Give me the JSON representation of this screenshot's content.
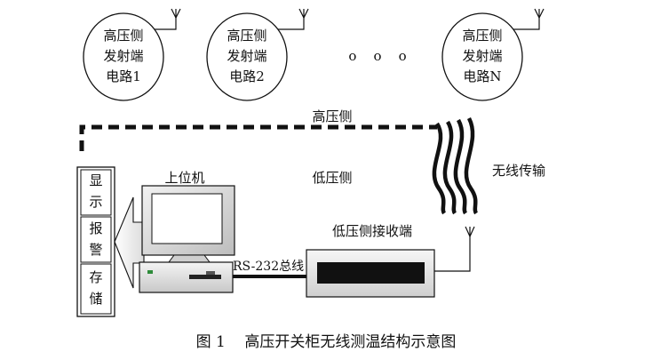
{
  "transmitters": [
    {
      "line1": "高压侧",
      "line2": "发射端",
      "line3": "电路1"
    },
    {
      "line1": "高压侧",
      "line2": "发射端",
      "line3": "电路2"
    },
    {
      "line1": "高压侧",
      "line2": "发射端",
      "line3": "电路N"
    }
  ],
  "ellipsis": "o    o    o",
  "labels": {
    "high_side": "高压侧",
    "low_side": "低压侧",
    "wireless": "无线传输",
    "host": "上位机",
    "receiver": "低压侧接收端",
    "bus": "RS-232总线"
  },
  "functions": [
    "显示",
    "报警",
    "存储"
  ],
  "caption": "图 1    高压开关柜无线测温结构示意图",
  "colors": {
    "stroke": "#111111",
    "monitor_screen": "#ffffff",
    "led": "#2e8b3a",
    "receiver_slot": "#111111"
  }
}
